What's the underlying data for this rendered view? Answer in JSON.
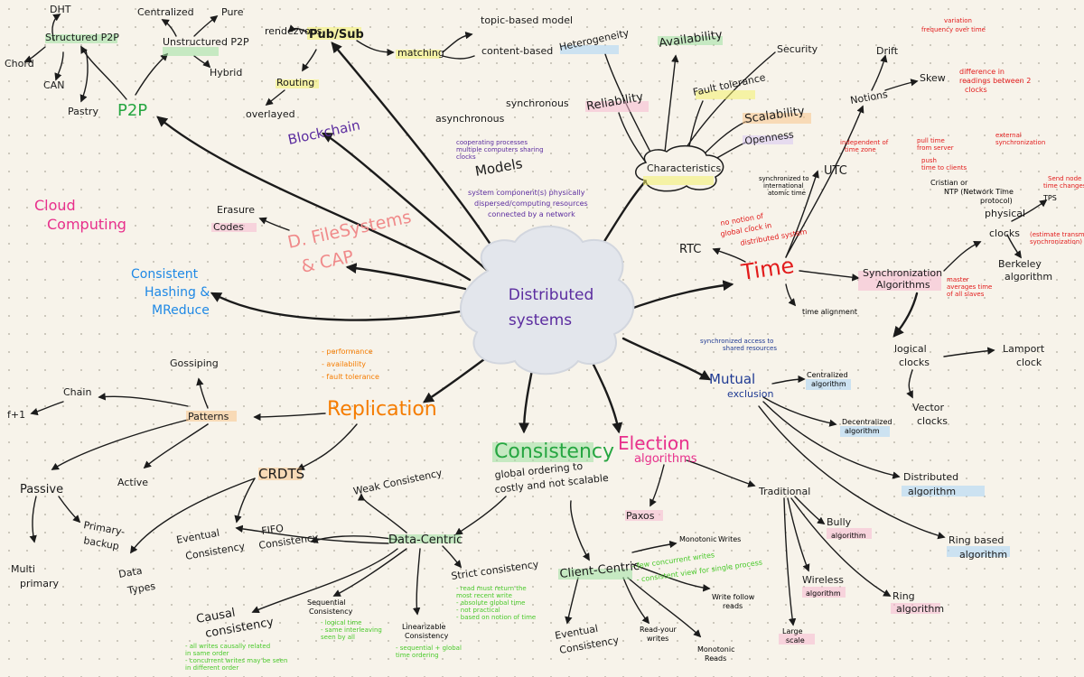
{
  "center": "Distributed systems",
  "center_lines": [
    "Distributed",
    "systems"
  ],
  "colors": {
    "ink": "#1b1b1b",
    "green": "#26a641",
    "pink": "#e8308c",
    "salmon": "#f08a8a",
    "blue": "#1e88e5",
    "orange": "#f57c00",
    "red": "#e21b1b",
    "purple": "#5b2c9f",
    "navy": "#1f3a93",
    "lightgreen": "#49c92a",
    "highlight_yellow": "#f4f06b",
    "highlight_pink": "#f7b8cf",
    "highlight_blue": "#a9d3f5",
    "highlight_green": "#9fe0a0",
    "highlight_orange": "#f9c58a",
    "highlight_purple": "#d9c7f2"
  },
  "p2p": {
    "title": "P2P",
    "structured": "Structured P2P",
    "dht": "DHT",
    "chord": "Chord",
    "can": "CAN",
    "pastry": "Pastry",
    "unstructured": "Unstructured P2P",
    "centralized": "Centralized",
    "pure": "Pure",
    "hybrid": "Hybrid"
  },
  "pubsub": {
    "title": "Pub/Sub",
    "rendezvous": "rendezvous",
    "routing": "Routing",
    "overlayed": "overlayed",
    "matching": "matching",
    "topic": "topic-based model",
    "content": "content-based"
  },
  "blockchain": "Blockchain",
  "cloud": [
    "Cloud",
    "Computing"
  ],
  "dfs": {
    "title": [
      "D. FileSystems",
      "& CAP"
    ],
    "erasure": [
      "Erasure",
      "Codes"
    ]
  },
  "hashing": [
    "Consistent",
    "Hashing &",
    "MReduce"
  ],
  "models": {
    "title": "Models",
    "async": "asynchronous",
    "sync": "synchronous",
    "note1": [
      "system component(s) physically",
      "dispersed/computing resources",
      "connected by a network"
    ],
    "note2": [
      "cooperating processes",
      "multiple computers sharing",
      "clocks"
    ]
  },
  "characteristics": {
    "title": "Characteristics",
    "items": [
      "Heterogeneity",
      "Availability",
      "Security",
      "Reliability",
      "Fault tolerance",
      "Scalability",
      "Openness"
    ]
  },
  "time": {
    "title": "Time",
    "rtc": "RTC",
    "utc": "UTC",
    "no_notion": [
      "no notion of",
      "global clock in",
      "distributed system"
    ],
    "utc_note": [
      "synchronized to",
      "international",
      "atomic time"
    ],
    "notions": "Notions",
    "drift": "Drift",
    "drift_note": [
      "variation",
      "frequency over time"
    ],
    "skew": "Skew",
    "skew_note": [
      "difference in",
      "readings between 2",
      "clocks"
    ],
    "independent": [
      "independent of",
      "time zone"
    ],
    "sync": [
      "Synchronization",
      "Algorithms"
    ],
    "time_alignment": "time alignment",
    "physical": [
      "physical",
      "clocks"
    ],
    "ntp": [
      "Cristian or",
      "NTP (Network Time",
      "protocol)"
    ],
    "external": [
      "external",
      "synchronization"
    ],
    "pull_server": [
      "pull time",
      "from server"
    ],
    "push_clients": [
      "push",
      "time to clients"
    ],
    "pull_note": [
      "Send node",
      "time changes"
    ],
    "berkeley": [
      "Berkeley",
      "algorithm"
    ],
    "ntp_note": [
      "(estimate transmit time",
      "synchronization)"
    ],
    "tps": "TPS",
    "avg_note": [
      "master",
      "averages time",
      "of all slaves"
    ],
    "logical": [
      "logical",
      "clocks"
    ],
    "lamport": [
      "Lamport",
      "clock"
    ],
    "vector": [
      "Vector",
      "clocks"
    ]
  },
  "mutex": {
    "title": [
      "Mutual",
      "exclusion"
    ],
    "note": [
      "synchronized access to",
      "shared resources"
    ],
    "centralized": [
      "Centralized",
      "algorithm"
    ],
    "decentralized": [
      "Decentralized",
      "algorithm"
    ],
    "distributed": [
      "Distributed",
      "algorithm"
    ],
    "ring": [
      "Ring based",
      "algorithm"
    ]
  },
  "election": {
    "title": [
      "Election",
      "algorithms"
    ],
    "paxos": "Paxos",
    "traditional": "Traditional",
    "bully": [
      "Bully",
      "algorithm"
    ],
    "wireless": [
      "Wireless",
      "algorithm"
    ],
    "ring": [
      "Ring",
      "algorithm"
    ],
    "large": [
      "Large",
      "scale"
    ]
  },
  "consistency": {
    "title": "Consistency",
    "note": [
      "global ordering to",
      "costly and not scalable"
    ],
    "data_centric": "Data-Centric",
    "weak": "Weak Consistency",
    "eventual": [
      "Eventual",
      "Consistency"
    ],
    "fifo": [
      "FIFO",
      "Consistency"
    ],
    "strict": "Strict consistency",
    "strict_notes": [
      "- read must return the",
      "  most recent write",
      "- absolute global time",
      "- not practical",
      "- based on notion of time"
    ],
    "causal": [
      "Causal",
      "consistency"
    ],
    "causal_notes": [
      "- all writes causally related",
      "  in same order",
      "- concurrent writes may be seen",
      "  in different order"
    ],
    "sequential": [
      "Sequential",
      "Consistency"
    ],
    "sequential_notes": [
      "- logical time",
      "- same interleaving",
      "  seen by all"
    ],
    "linear": [
      "Linearizable",
      "Consistency"
    ],
    "linear_notes": [
      "- sequential + global",
      "  time ordering"
    ],
    "client_centric": "Client-Centric",
    "client_notes": [
      "- few concurrent writes",
      "- consistent view for single process"
    ],
    "monotonic_writes": [
      "Monotonic",
      "Writes"
    ],
    "write_follow": [
      "Write follow",
      "reads"
    ],
    "read_your": [
      "Read-your",
      "writes"
    ],
    "monotonic_reads": [
      "Monotonic",
      "Reads"
    ],
    "client_eventual": [
      "Eventual",
      "Consistency"
    ]
  },
  "replication": {
    "title": "Replication",
    "notes": [
      "- performance",
      "- availability",
      "- fault tolerance"
    ],
    "patterns": "Patterns",
    "gossiping": "Gossiping",
    "chain": "Chain",
    "ftp": "f+1",
    "passive": "Passive",
    "active": "Active",
    "primary_backup": [
      "Primary-",
      "backup"
    ],
    "multi_primary": [
      "Multi",
      "primary"
    ],
    "crdts": "CRDTS",
    "data_types": [
      "Data",
      "Types"
    ]
  }
}
